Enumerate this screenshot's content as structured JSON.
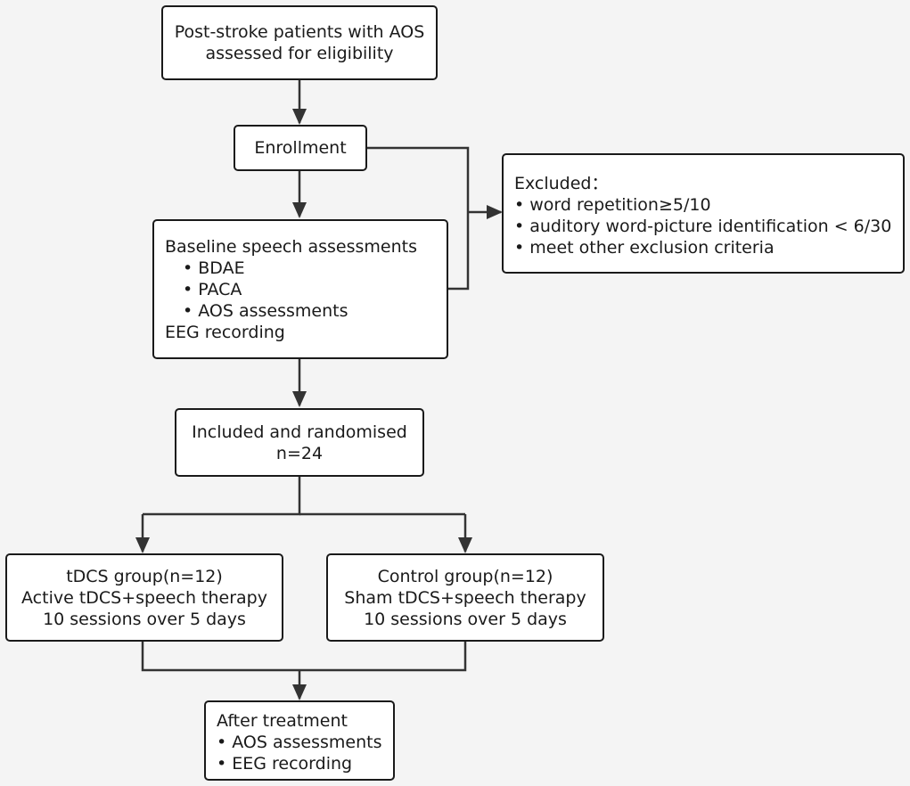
{
  "flowchart": {
    "screening": {
      "lines": [
        "Post-stroke patients with AOS",
        "assessed for eligibility"
      ]
    },
    "enrollment": {
      "label": "Enrollment"
    },
    "baseline": {
      "title": "Baseline speech assessments",
      "items": [
        "BDAE",
        "PACA",
        "AOS assessments"
      ],
      "footer": "EEG recording"
    },
    "excluded": {
      "title": "Excluded：",
      "items": [
        "word repetition≥5/10",
        "auditory word-picture identification < 6/30",
        "meet other exclusion criteria"
      ]
    },
    "randomised": {
      "lines": [
        "Included and randomised",
        "n=24"
      ]
    },
    "tdcs_group": {
      "lines": [
        "tDCS group(n=12)",
        "Active tDCS+speech therapy",
        "10 sessions over 5 days"
      ]
    },
    "control_group": {
      "lines": [
        "Control group(n=12)",
        "Sham tDCS+speech therapy",
        "10 sessions over 5 days"
      ]
    },
    "after_treatment": {
      "title": "After treatment",
      "items": [
        "AOS assessments",
        "EEG recording"
      ]
    }
  }
}
